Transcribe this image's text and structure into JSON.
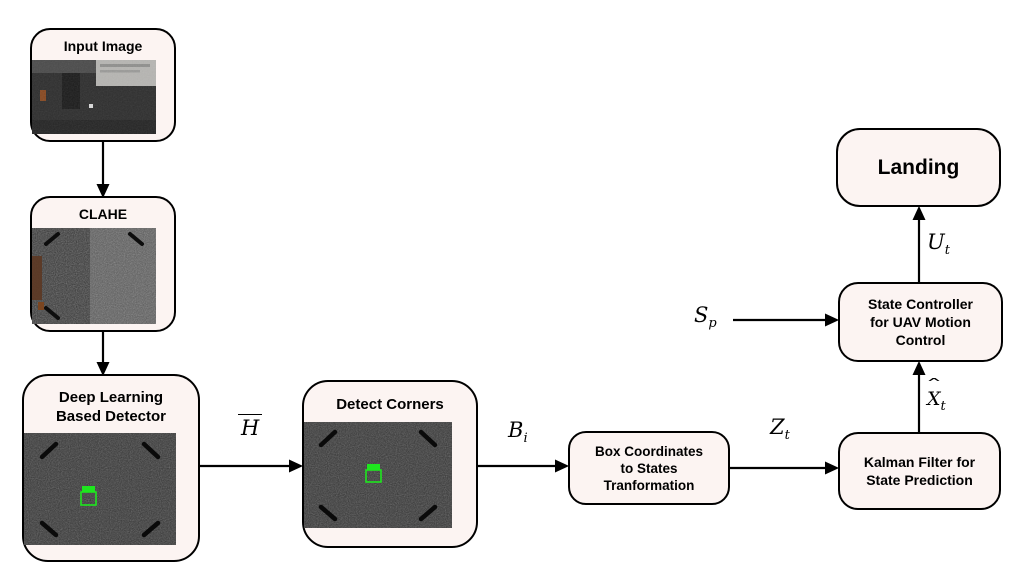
{
  "nodes": {
    "input_image": {
      "title": "Input Image"
    },
    "clahe": {
      "title": "CLAHE"
    },
    "detector": {
      "lines": [
        "Deep Learning",
        "Based Detector"
      ]
    },
    "detect_corners": {
      "title": "Detect Corners"
    },
    "box_coords": {
      "lines": [
        "Box Coordinates",
        "to States",
        "Tranformation"
      ]
    },
    "kalman": {
      "lines": [
        "Kalman Filter for",
        "State Prediction"
      ]
    },
    "state_controller": {
      "lines": [
        "State Controller",
        "for UAV Motion",
        "Control"
      ]
    },
    "landing": {
      "title": "Landing"
    }
  },
  "labels": {
    "H": {
      "base": "H"
    },
    "B": {
      "base": "B",
      "sub": "i"
    },
    "Z": {
      "base": "Z",
      "sub": "t"
    },
    "S": {
      "base": "S",
      "sub": "p"
    },
    "X": {
      "base": "X",
      "sub": "t",
      "hat": "ˆ"
    },
    "U": {
      "base": "U",
      "sub": "t"
    }
  },
  "colors": {
    "node_fill": "#fcf4f2",
    "node_border": "#000000",
    "detection_green": "#1ee61e",
    "arrow": "#000000"
  }
}
